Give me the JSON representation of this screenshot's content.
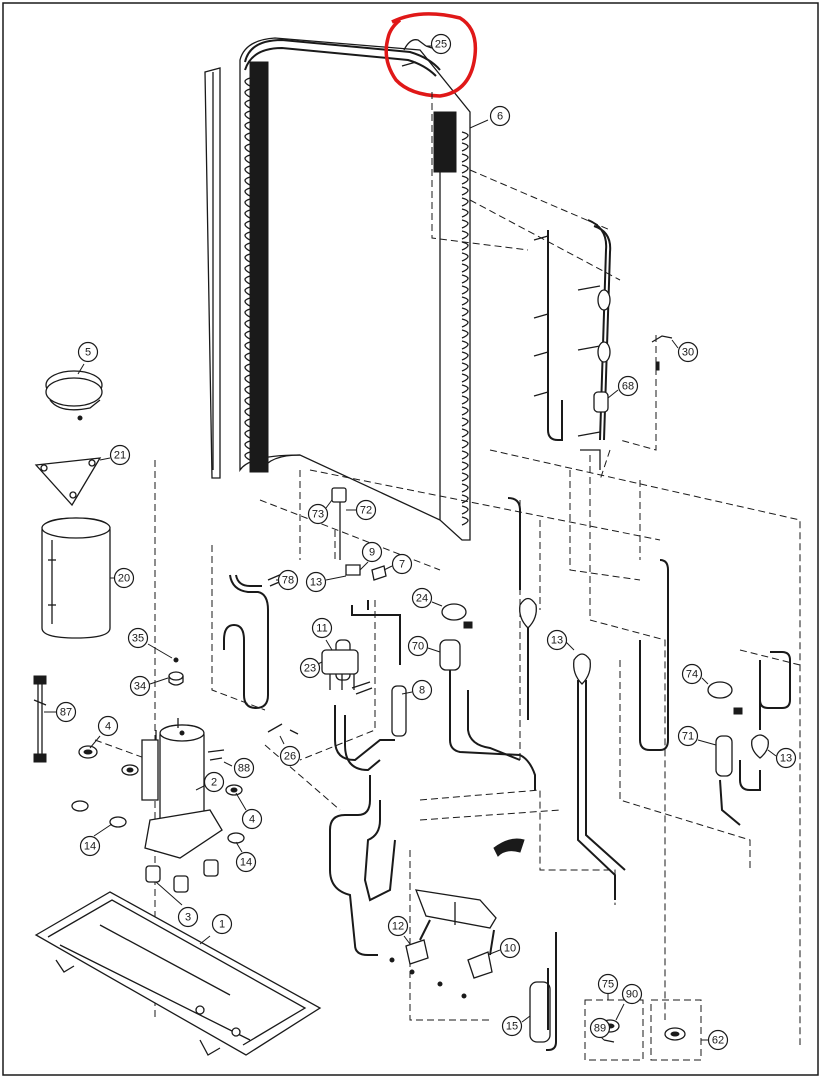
{
  "highlight_color": "#e01818",
  "highlighted_part": "25",
  "callouts": [
    {
      "id": "1",
      "label": "1"
    },
    {
      "id": "2",
      "label": "2"
    },
    {
      "id": "3",
      "label": "3"
    },
    {
      "id": "4a",
      "label": "4"
    },
    {
      "id": "4b",
      "label": "4"
    },
    {
      "id": "5",
      "label": "5"
    },
    {
      "id": "6",
      "label": "6"
    },
    {
      "id": "7",
      "label": "7"
    },
    {
      "id": "8",
      "label": "8"
    },
    {
      "id": "9",
      "label": "9"
    },
    {
      "id": "10",
      "label": "10"
    },
    {
      "id": "11",
      "label": "11"
    },
    {
      "id": "12",
      "label": "12"
    },
    {
      "id": "13a",
      "label": "13"
    },
    {
      "id": "13b",
      "label": "13"
    },
    {
      "id": "13c",
      "label": "13"
    },
    {
      "id": "14a",
      "label": "14"
    },
    {
      "id": "14b",
      "label": "14"
    },
    {
      "id": "15",
      "label": "15"
    },
    {
      "id": "20",
      "label": "20"
    },
    {
      "id": "21",
      "label": "21"
    },
    {
      "id": "23",
      "label": "23"
    },
    {
      "id": "24",
      "label": "24"
    },
    {
      "id": "25",
      "label": "25"
    },
    {
      "id": "26",
      "label": "26"
    },
    {
      "id": "30",
      "label": "30"
    },
    {
      "id": "34",
      "label": "34"
    },
    {
      "id": "35",
      "label": "35"
    },
    {
      "id": "62",
      "label": "62"
    },
    {
      "id": "68",
      "label": "68"
    },
    {
      "id": "70",
      "label": "70"
    },
    {
      "id": "71",
      "label": "71"
    },
    {
      "id": "72",
      "label": "72"
    },
    {
      "id": "73",
      "label": "73"
    },
    {
      "id": "74",
      "label": "74"
    },
    {
      "id": "75",
      "label": "75"
    },
    {
      "id": "78",
      "label": "78"
    },
    {
      "id": "87",
      "label": "87"
    },
    {
      "id": "88",
      "label": "88"
    },
    {
      "id": "89",
      "label": "89"
    },
    {
      "id": "90",
      "label": "90"
    }
  ]
}
